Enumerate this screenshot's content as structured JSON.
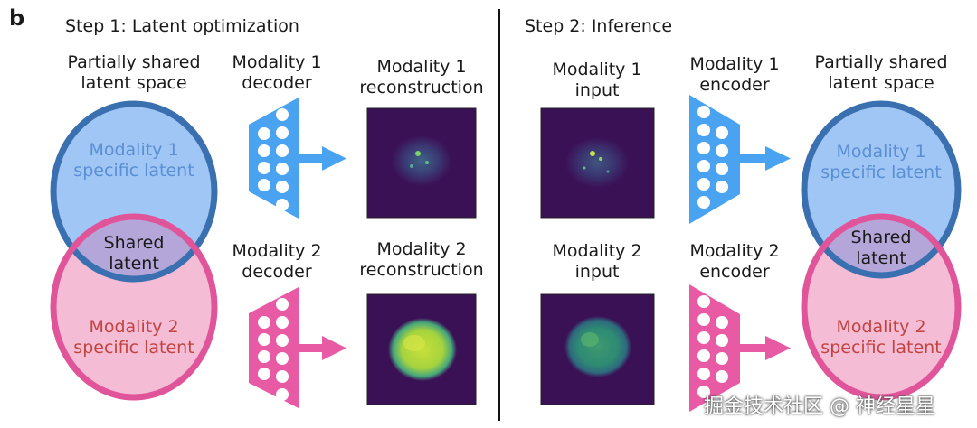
{
  "panel_letter": "b",
  "step1": {
    "title": "Step 1: Latent optimization",
    "latent_space_label": "Partially shared\nlatent space",
    "modality1_specific": "Modality 1\nspecific latent",
    "shared": "Shared\nlatent",
    "modality2_specific": "Modality 2\nspecific latent",
    "decoder1_label": "Modality 1\ndecoder",
    "decoder2_label": "Modality 2\ndecoder",
    "recon1_label": "Modality 1\nreconstruction",
    "recon2_label": "Modality 2\nreconstruction"
  },
  "step2": {
    "title": "Step 2: Inference",
    "input1_label": "Modality 1\ninput",
    "input2_label": "Modality 2\ninput",
    "encoder1_label": "Modality 1\nencoder",
    "encoder2_label": "Modality 2\nencoder",
    "latent_space_label": "Partially shared\nlatent space",
    "modality1_specific": "Modality 1\nspecific latent",
    "shared": "Shared\nlatent",
    "modality2_specific": "Modality 2\nspecific latent"
  },
  "watermark": "掘金技术社区 @ 神经星星",
  "colors": {
    "blue_ring": "#3a6fb0",
    "blue_fill": "#9fc6f4",
    "pink_ring": "#e0559a",
    "pink_fill": "#f5bcd6",
    "overlap_fill": "#b4a6d8",
    "net_blue": "#4aa3f0",
    "net_pink": "#e85aa4",
    "image_bg": "#3b1156",
    "blue_text": "#5b8fd4",
    "red_text": "#c0443f"
  },
  "icons": [
    "decoder-network-icon",
    "encoder-network-icon",
    "arrow-right-icon"
  ]
}
